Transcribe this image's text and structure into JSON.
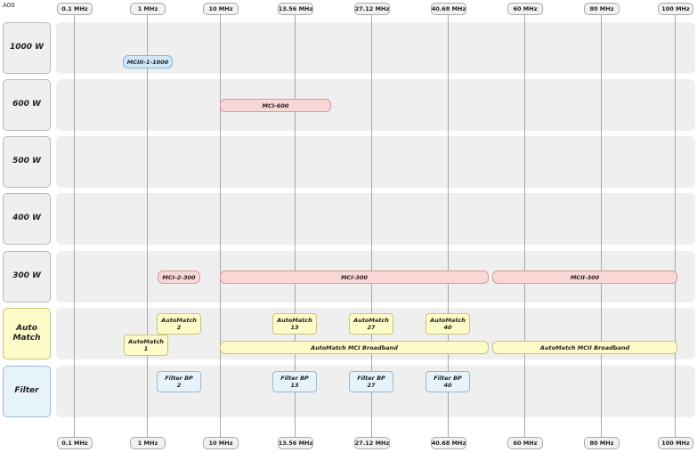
{
  "corner_label": "A00",
  "frequencies": [
    "0.1 MHz",
    "1 MHz",
    "10 MHz",
    "13.56 MHz",
    "27.12 MHz",
    "40.68 MHz",
    "60 MHz",
    "80 MHz",
    "100 MHz"
  ],
  "rows": [
    "1000 W",
    "600 W",
    "500 W",
    "400 W",
    "300 W",
    "Auto Match",
    "Filter"
  ],
  "bars": {
    "mciii_1_1000": "MCIII-1-1000",
    "mci_600": "MCI-600",
    "mci_2_300": "MCI-2-300",
    "mci_300": "MCI-300",
    "mcii_300": "MCII-300",
    "automatch_mci_broadband": "AutoMatch MCI Broadband",
    "automatch_mcii_broadband": "AutoMatch MCII Broadband"
  },
  "automatch_boxes": [
    {
      "line1": "AutoMatch",
      "line2": "2"
    },
    {
      "line1": "AutoMatch",
      "line2": "13"
    },
    {
      "line1": "AutoMatch",
      "line2": "27"
    },
    {
      "line1": "AutoMatch",
      "line2": "40"
    },
    {
      "line1": "AutoMatch",
      "line2": "1"
    }
  ],
  "filter_boxes": [
    {
      "line1": "Filter BP",
      "line2": "2"
    },
    {
      "line1": "Filter BP",
      "line2": "13"
    },
    {
      "line1": "Filter BP",
      "line2": "27"
    },
    {
      "line1": "Filter BP",
      "line2": "40"
    }
  ],
  "colors": {
    "band_background": "#efefef",
    "blue_product": "#cfe7f7",
    "pink_product": "#fad7d7",
    "automatch_product": "#fdfbc7",
    "filter_product": "#e7f3fa",
    "automatch_row_label": "#fdfbc7",
    "filter_row_label": "#e7f3fa"
  }
}
